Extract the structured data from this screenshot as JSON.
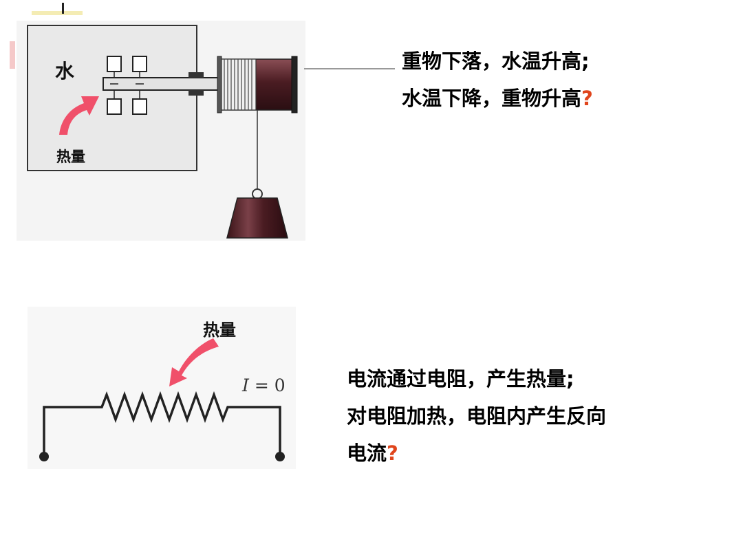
{
  "diagram1": {
    "water_label": "水",
    "heat_label": "热量",
    "text_lines": [
      "重物下落，水温升高;",
      "水温下降，重物升高"
    ],
    "question_mark": "?"
  },
  "diagram2": {
    "heat_label": "热量",
    "current_var": "I",
    "current_value": " = 0",
    "text_lines": [
      "电流通过电阻，产生热量;",
      "对电阻加热，电阻内产生反向",
      "电流"
    ],
    "question_mark": "?"
  },
  "colors": {
    "arrow": "#f0506a",
    "question": "#e0451c",
    "spool": "#5a2a30",
    "panel": "#e9e9e9"
  }
}
